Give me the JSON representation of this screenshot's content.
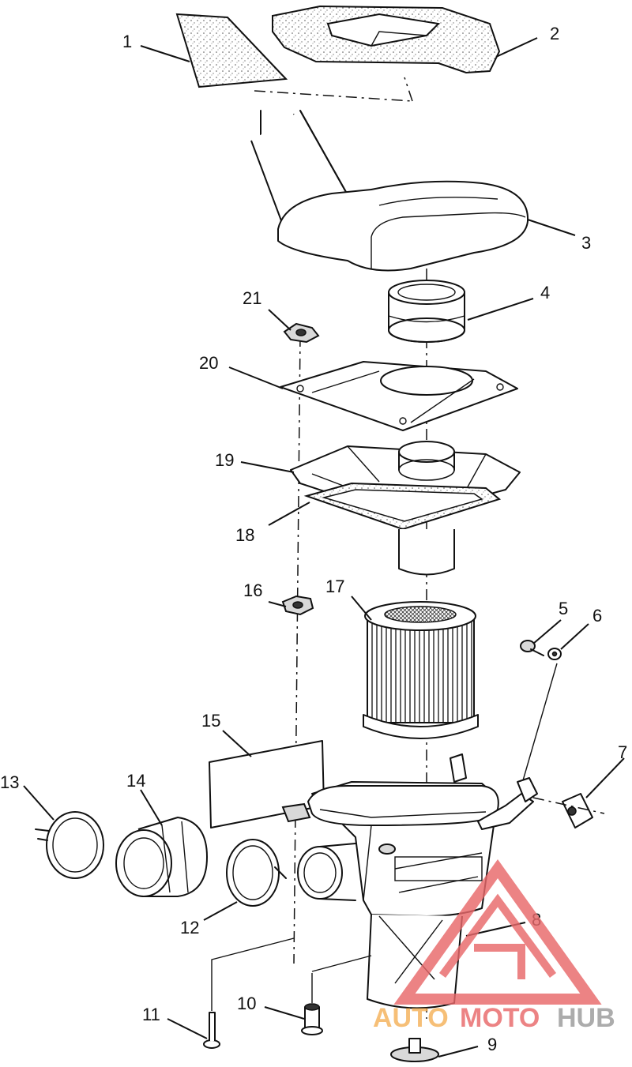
{
  "callouts": [
    {
      "id": "1",
      "label": "1"
    },
    {
      "id": "2",
      "label": "2"
    },
    {
      "id": "3",
      "label": "3"
    },
    {
      "id": "4",
      "label": "4"
    },
    {
      "id": "5",
      "label": "5"
    },
    {
      "id": "6",
      "label": "6"
    },
    {
      "id": "7",
      "label": "7"
    },
    {
      "id": "8",
      "label": "8"
    },
    {
      "id": "9",
      "label": "9"
    },
    {
      "id": "10",
      "label": "10"
    },
    {
      "id": "11",
      "label": "11"
    },
    {
      "id": "12",
      "label": "12"
    },
    {
      "id": "13",
      "label": "13"
    },
    {
      "id": "14",
      "label": "14"
    },
    {
      "id": "15",
      "label": "15"
    },
    {
      "id": "16",
      "label": "16"
    },
    {
      "id": "17",
      "label": "17"
    },
    {
      "id": "18",
      "label": "18"
    },
    {
      "id": "19",
      "label": "19"
    },
    {
      "id": "20",
      "label": "20"
    },
    {
      "id": "21",
      "label": "21"
    }
  ],
  "watermark": {
    "part1": "AUTO",
    "part2": "MOTO",
    "part3": "HUB",
    "color_primary": "#e8686a",
    "color_secondary": "#f5b15a",
    "color_tertiary": "#9a9a9a"
  }
}
